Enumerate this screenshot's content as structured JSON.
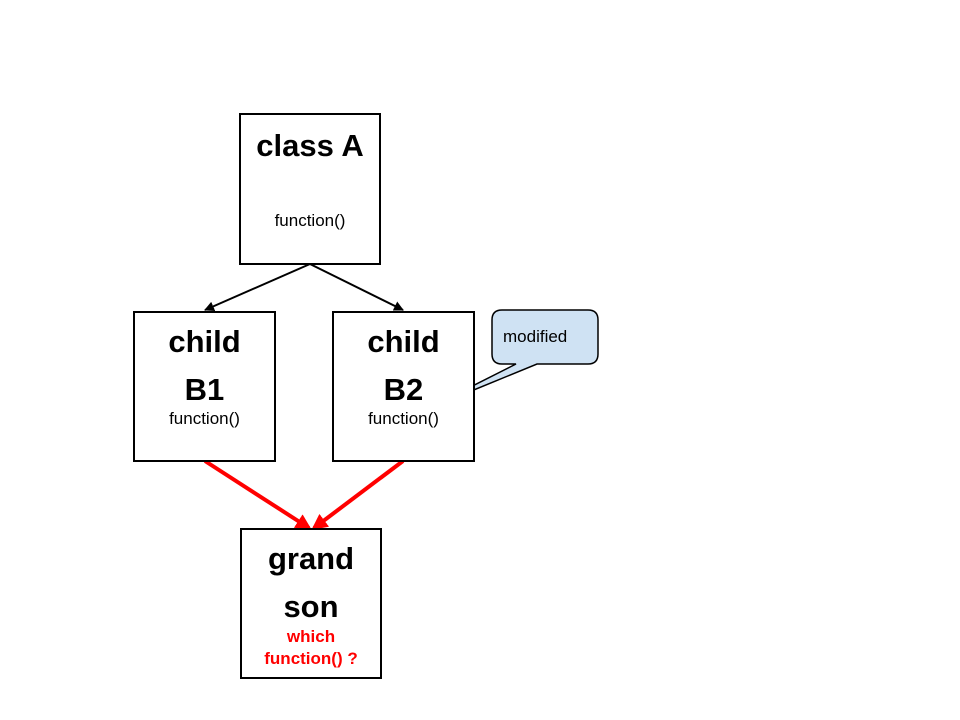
{
  "diagram": {
    "nodes": [
      {
        "id": "class-a",
        "title_lines": [
          "class A"
        ],
        "body": "function()"
      },
      {
        "id": "child-b1",
        "title_lines": [
          "child",
          "B1"
        ],
        "body": "function()"
      },
      {
        "id": "child-b2",
        "title_lines": [
          "child",
          "B2"
        ],
        "body": "function()"
      },
      {
        "id": "grand-son",
        "title_lines": [
          "grand",
          "son"
        ],
        "body_lines": [
          "which",
          "function() ?"
        ]
      }
    ],
    "callout": {
      "text": "modified",
      "target": "child-b2"
    },
    "edges": [
      {
        "from": "class-a",
        "to": "child-b1"
      },
      {
        "from": "class-a",
        "to": "child-b2"
      },
      {
        "from": "child-b1",
        "to": "grand-son",
        "highlight": true
      },
      {
        "from": "child-b2",
        "to": "grand-son",
        "highlight": true
      }
    ],
    "colors": {
      "border": "#000000",
      "highlight_arrow": "#ff0000",
      "question_text": "#ff0000",
      "callout_fill": "#cfe2f3",
      "callout_border": "#000000"
    }
  }
}
